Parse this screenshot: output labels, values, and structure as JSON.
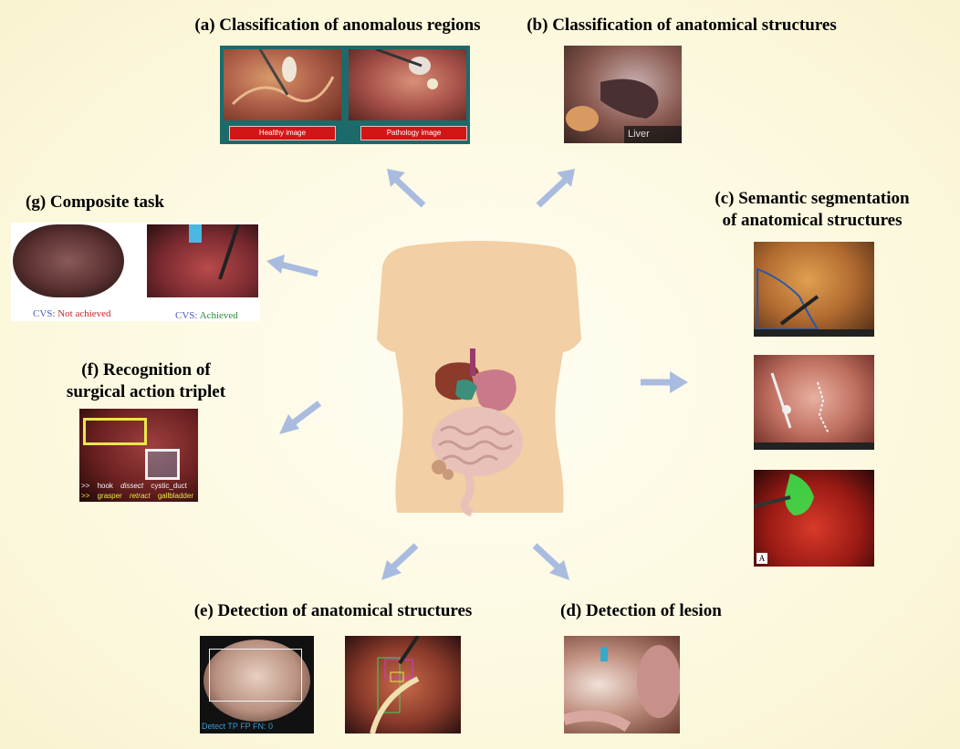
{
  "panels": {
    "a": {
      "title": "(a) Classification of anomalous regions",
      "labels": [
        "Healthy image",
        "Pathology image"
      ]
    },
    "b": {
      "title": "(b) Classification of anatomical structures",
      "tag": "Liver"
    },
    "c": {
      "title_line1": "(c) Semantic segmentation",
      "title_line2": "of anatomical structures",
      "corner_label": "A"
    },
    "d": {
      "title": "(d) Detection of lesion"
    },
    "e": {
      "title": "(e) Detection of anatomical structures",
      "readout": "Detect  TP  FP  FN: 0"
    },
    "f": {
      "title_line1": "(f) Recognition of",
      "title_line2": "surgical action triplet",
      "triplet1": {
        "prefix": ">>",
        "instrument": "hook",
        "verb": "dissect",
        "target": "cystic_duct"
      },
      "triplet2": {
        "prefix": ">>",
        "instrument": "grasper",
        "verb": "retract",
        "target": "gallbladder"
      }
    },
    "g": {
      "title": "(g) Composite task",
      "caption1": {
        "label": "CVS:",
        "value": "Not achieved"
      },
      "caption2": {
        "label": "CVS:",
        "value": "Achieved"
      }
    }
  },
  "colors": {
    "background": "#fdfbe7",
    "arrow": "#a9bce0",
    "body_silhouette": "#f2cfa4",
    "cvs_label": "#4b5ab8",
    "not_achieved": "#c8242c",
    "achieved": "#2d8a3b",
    "bar_red": "#d01616",
    "triplet_yellow": "#e8e84a"
  }
}
